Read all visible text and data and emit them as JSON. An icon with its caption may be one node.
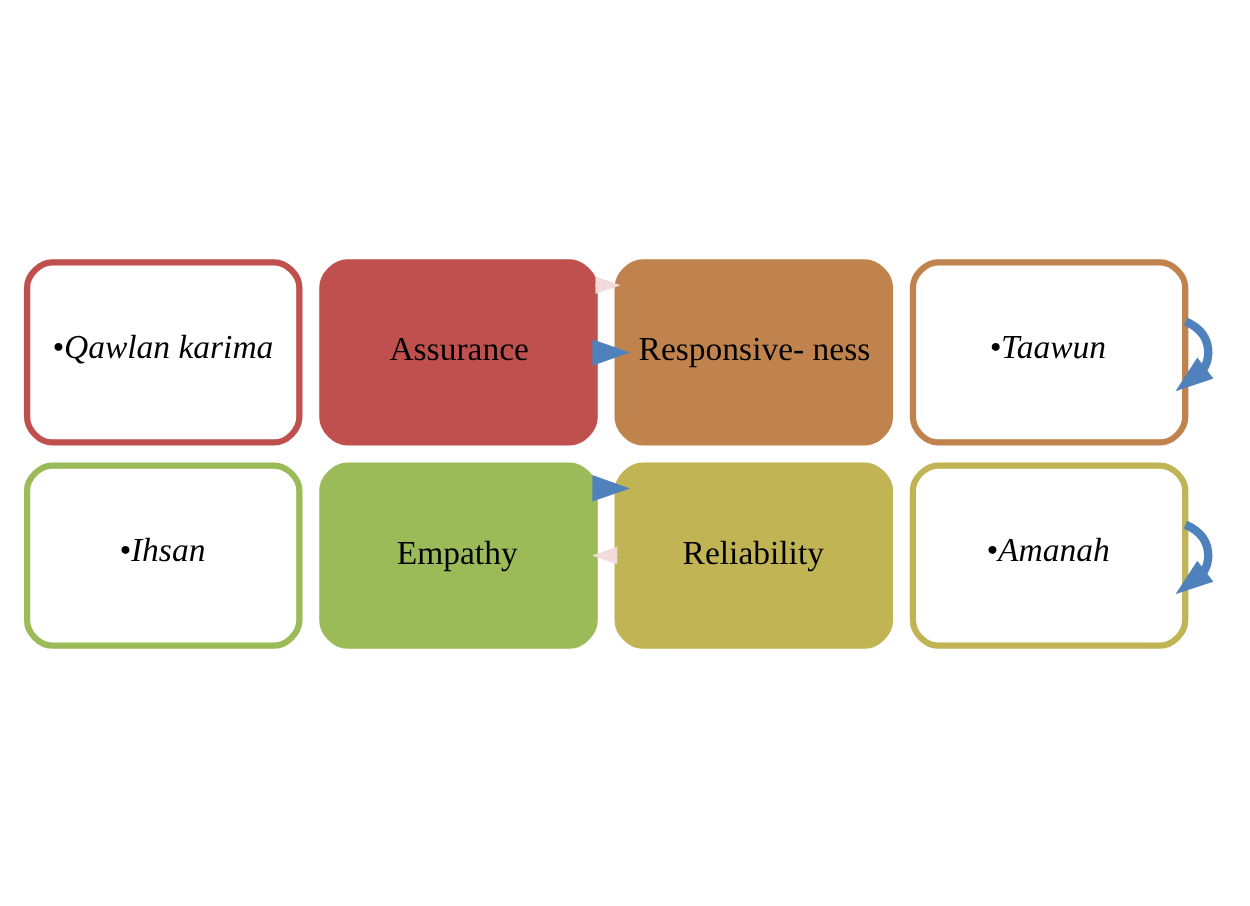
{
  "diagram": {
    "nodes": [
      {
        "text": [
          "•Qawlan karima"
        ]
      },
      {
        "text": [
          "•Taawun"
        ]
      },
      {
        "text": [
          "Assurance"
        ]
      },
      {
        "text": [
          "Responsive- ness"
        ]
      },
      {
        "text": [
          "Empathy"
        ]
      },
      {
        "text": [
          "Reliability"
        ]
      },
      {
        "text": [
          "•Ihsan"
        ]
      },
      {
        "text": [
          "•Amanah"
        ]
      }
    ],
    "edges": [
      {
        "from": 2,
        "to": 3,
        "arrow": "to",
        "style": "thick"
      },
      {
        "from": 1,
        "to": 1,
        "arrow": "to",
        "style": "thick"
      },
      {
        "from": 2,
        "to": 3,
        "arrow": "to",
        "color": "#f2dcdb"
      },
      {
        "from": 5,
        "to": 4,
        "arrow": "to",
        "color": "#f2dcdb"
      },
      {
        "from": 4,
        "to": 5,
        "arrow": "to",
        "style": "thick"
      },
      {
        "from": 7,
        "to": 7,
        "arrow": "to",
        "style": "thick"
      }
    ]
  }
}
